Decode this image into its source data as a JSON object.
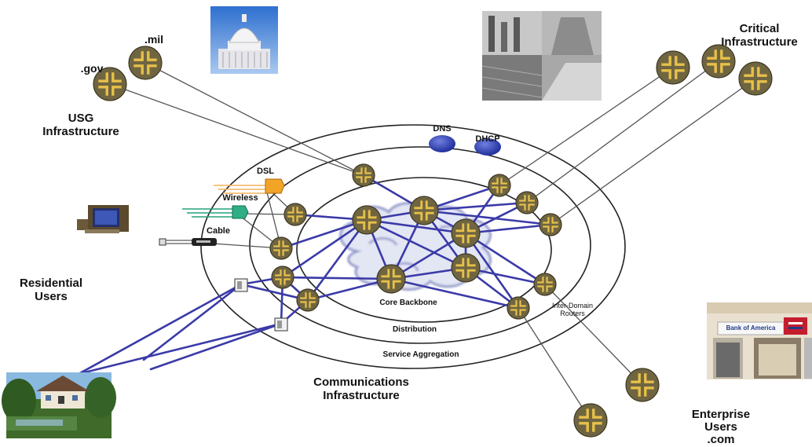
{
  "labels": {
    "mil": ".mil",
    "gov": ".gov",
    "usg": "USG\nInfrastructure",
    "critical": "Critical\nInfrastructure",
    "residential": "Residential\nUsers",
    "comms": "Communications\nInfrastructure",
    "enterprise": "Enterprise\nUsers\n.com",
    "dns": "DNS",
    "dhcp": "DHCP",
    "dsl": "DSL",
    "wireless": "Wireless",
    "cable": "Cable",
    "core": "Core Backbone",
    "distribution": "Distribution",
    "service_agg": "Service Aggregation",
    "inter_domain": "Inter-Domain\nRouters",
    "bank_sign": "Bank of America"
  },
  "colors": {
    "router_fill": "#6f6541",
    "router_cross": "#e7c04a",
    "link_blue": "#3a3aa8",
    "link_gray": "#555555",
    "server_blue": "#1f2f9c",
    "ring": "#222222",
    "cloud": "#9aa0c8"
  },
  "icons": [
    "router-icon",
    "capitol-building-image",
    "power-plant-image",
    "computer-icon",
    "dsl-modem-icon",
    "wireless-modem-icon",
    "cable-modem-icon",
    "house-image",
    "bank-image",
    "server-icon"
  ]
}
